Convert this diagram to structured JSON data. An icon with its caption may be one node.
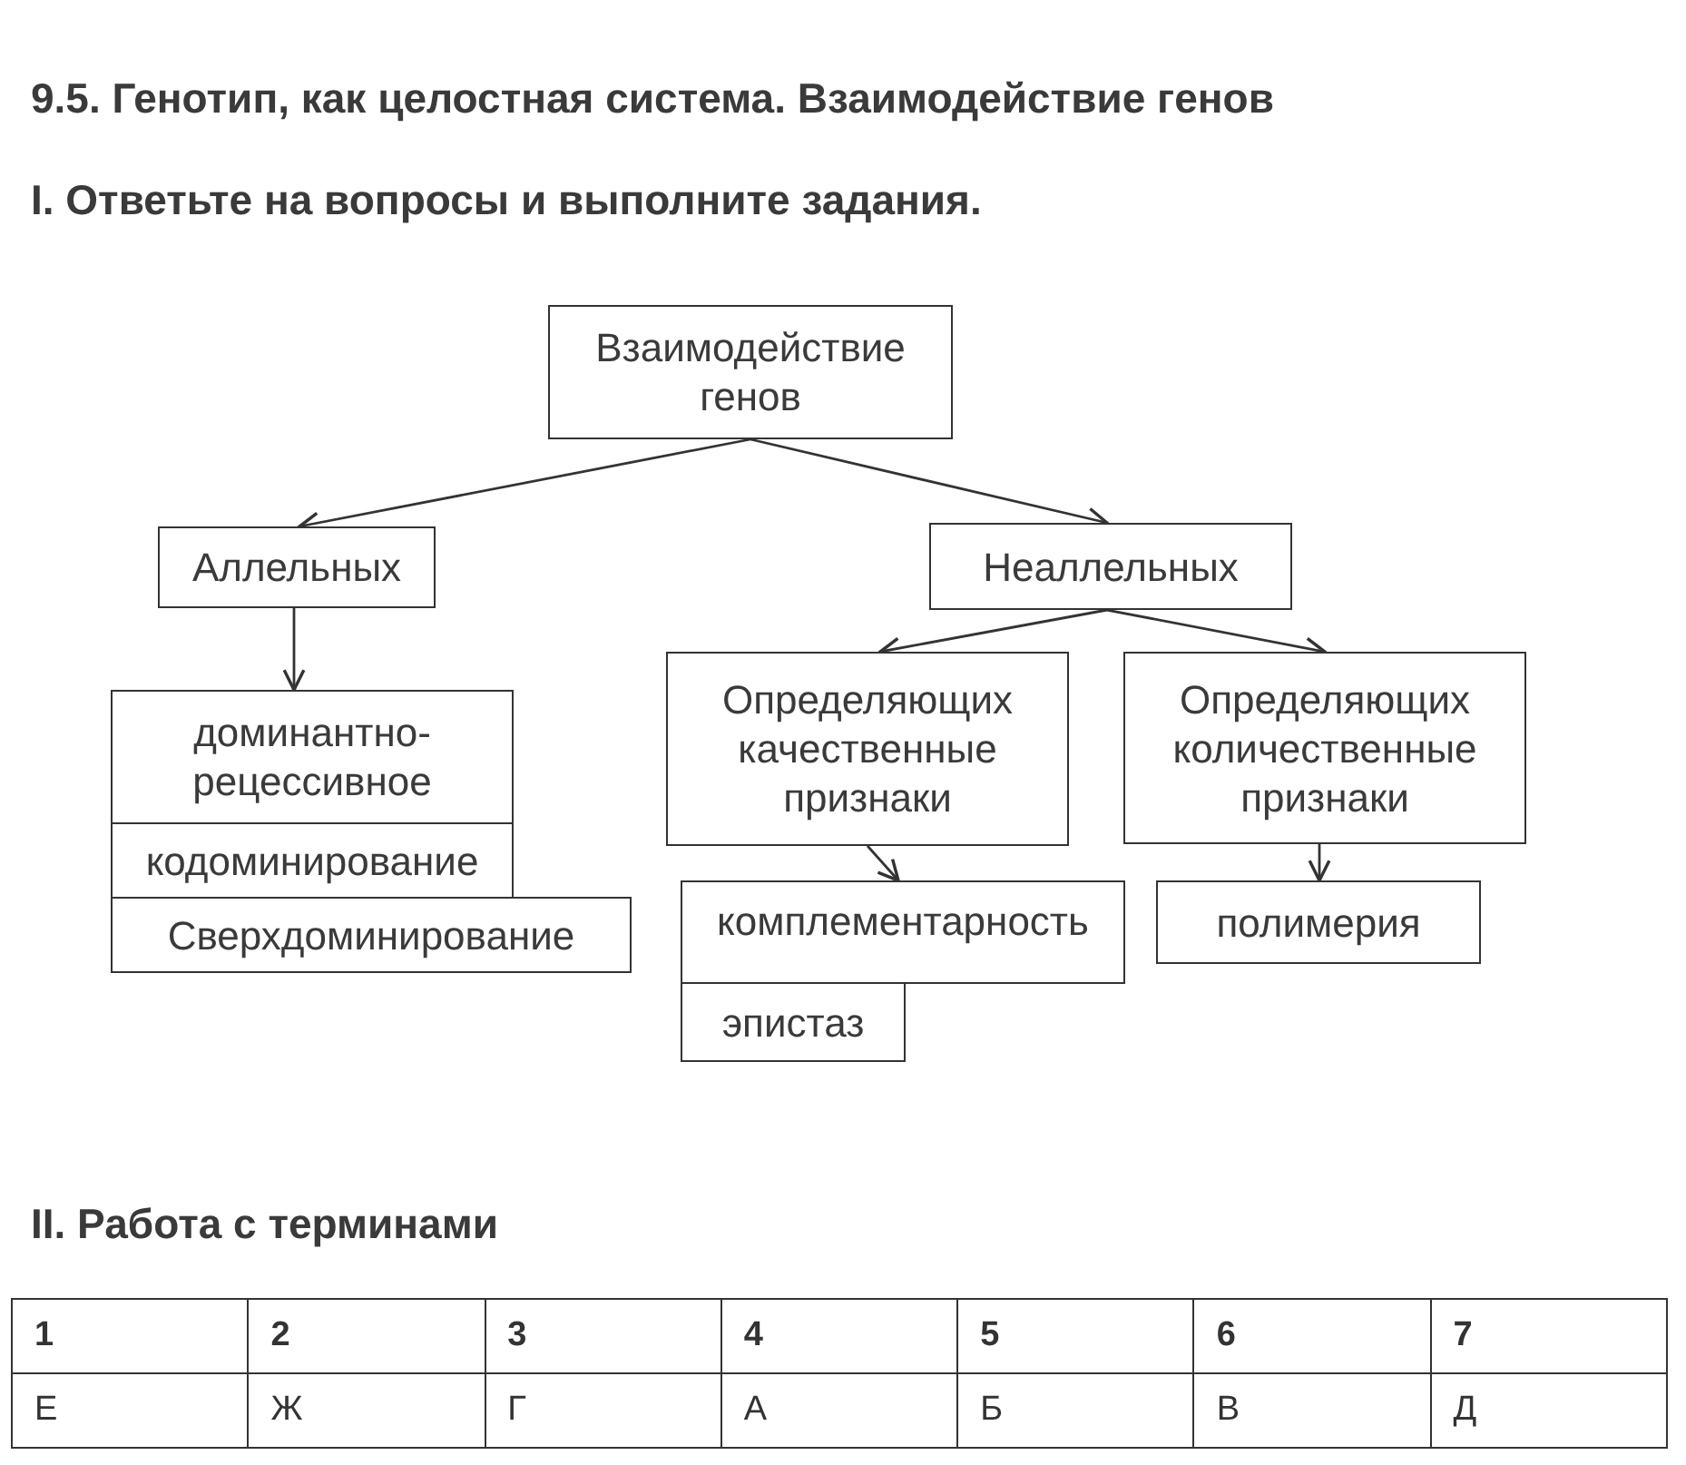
{
  "diagram": {
    "title": "9.5. Генотип, как целостная система. Взаимодействие генов",
    "nodes": [
      {
        "text": [
          "Взаимодействие генов"
        ]
      },
      {
        "text": [
          "Аллельных"
        ]
      },
      {
        "text": [
          "Неаллельных"
        ]
      },
      {
        "text": [
          "доминантно-рецессивное"
        ]
      },
      {
        "text": [
          "кодоминирование"
        ]
      },
      {
        "text": [
          "Сверхдоминирование"
        ]
      },
      {
        "text": [
          "Определяющих качественные признаки"
        ]
      },
      {
        "text": [
          "Определяющих количественные признаки"
        ]
      },
      {
        "text": [
          "комплементарность"
        ]
      },
      {
        "text": [
          "эпистаз"
        ]
      },
      {
        "text": [
          "полимерия"
        ]
      }
    ],
    "edges": [
      {
        "from": 0,
        "to": 1,
        "arrow": "to"
      },
      {
        "from": 0,
        "to": 2,
        "arrow": "to"
      },
      {
        "from": 1,
        "to": 3,
        "arrow": "to"
      },
      {
        "from": 2,
        "to": 6,
        "arrow": "to"
      },
      {
        "from": 2,
        "to": 7,
        "arrow": "to"
      },
      {
        "from": 6,
        "to": 8,
        "arrow": "to"
      },
      {
        "from": 7,
        "to": 10,
        "arrow": "to"
      }
    ],
    "labels": [
      "I. Ответьте на вопросы и выполните задания.",
      "II. Работа с терминами",
      "1",
      "2",
      "3",
      "4",
      "5",
      "6",
      "7",
      "Е",
      "Ж",
      "Г",
      "А",
      "Б",
      "В",
      "Д"
    ]
  }
}
